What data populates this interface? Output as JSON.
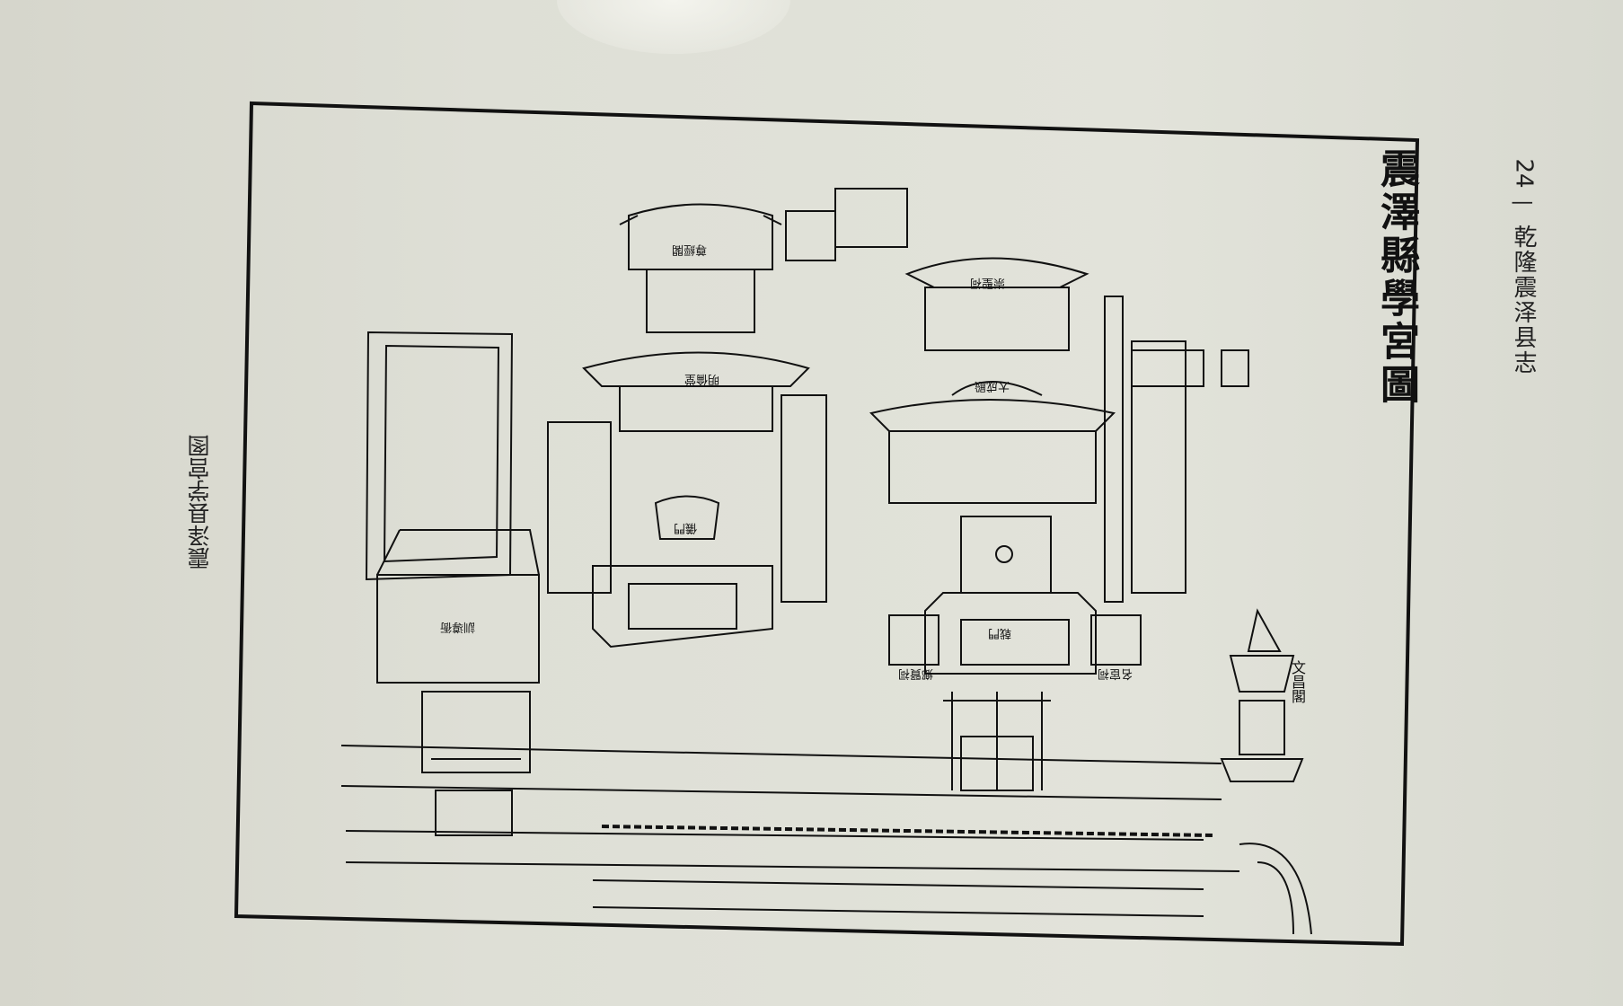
{
  "page": {
    "page_number": "24",
    "running_head": "乾隆震泽县志",
    "separator": "|",
    "caption": "震泽县学宫图"
  },
  "illustration": {
    "title": "震澤縣學宮圖",
    "labels": {
      "zunjingge": "尊經閣",
      "mingluntang": "明倫堂",
      "chongshengci": "崇聖祠",
      "dachengdian": "大成殿",
      "jimen": "戟門",
      "yimen": "儀門",
      "xundaoya": "訓導衙",
      "xiangxianci": "鄉賢祠",
      "minghuanci": "名宦祠",
      "wenchangge": "文昌閣"
    }
  }
}
